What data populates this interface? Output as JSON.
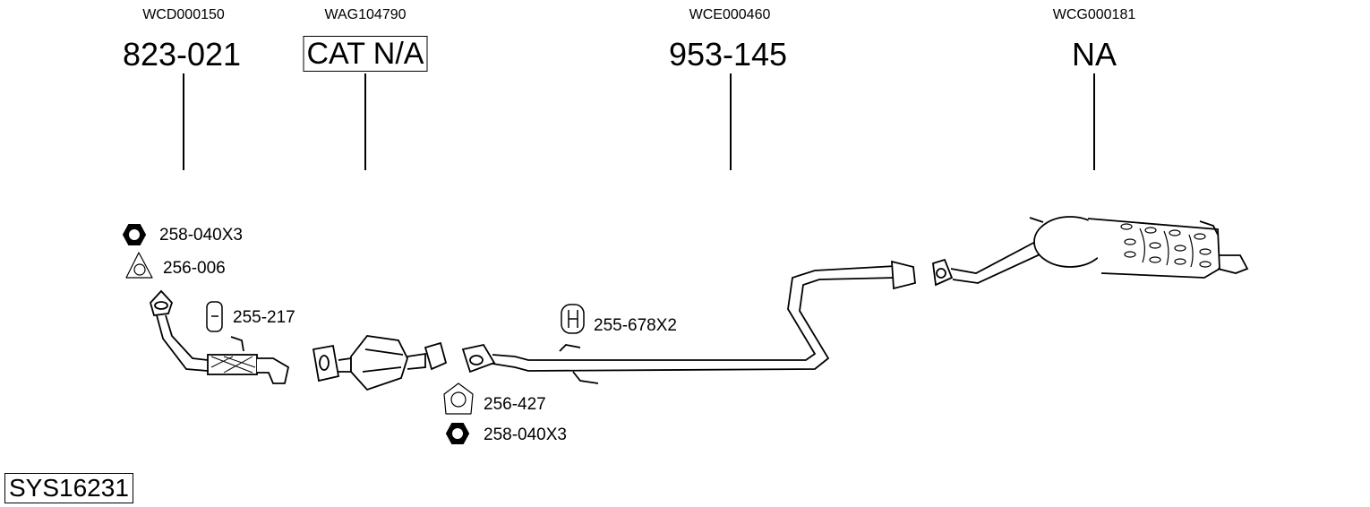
{
  "columns": [
    {
      "code": "WCD000150",
      "part": "823-021",
      "boxed": false
    },
    {
      "code": "WAG104790",
      "part": "CAT N/A",
      "boxed": true
    },
    {
      "code": "WCE000460",
      "part": "953-145",
      "boxed": false
    },
    {
      "code": "WCG000181",
      "part": "NA",
      "boxed": false
    }
  ],
  "accessories": [
    {
      "icon": "nut-icon",
      "label": "258-040X3"
    },
    {
      "icon": "gasket-icon",
      "label": "256-006"
    },
    {
      "icon": "rubber-mount-icon",
      "label": "255-217"
    },
    {
      "icon": "hanger-icon",
      "label": "255-678X2"
    },
    {
      "icon": "gasket-icon",
      "label": "256-427"
    },
    {
      "icon": "nut-icon",
      "label": "258-040X3"
    }
  ],
  "system_id": "SYS16231"
}
